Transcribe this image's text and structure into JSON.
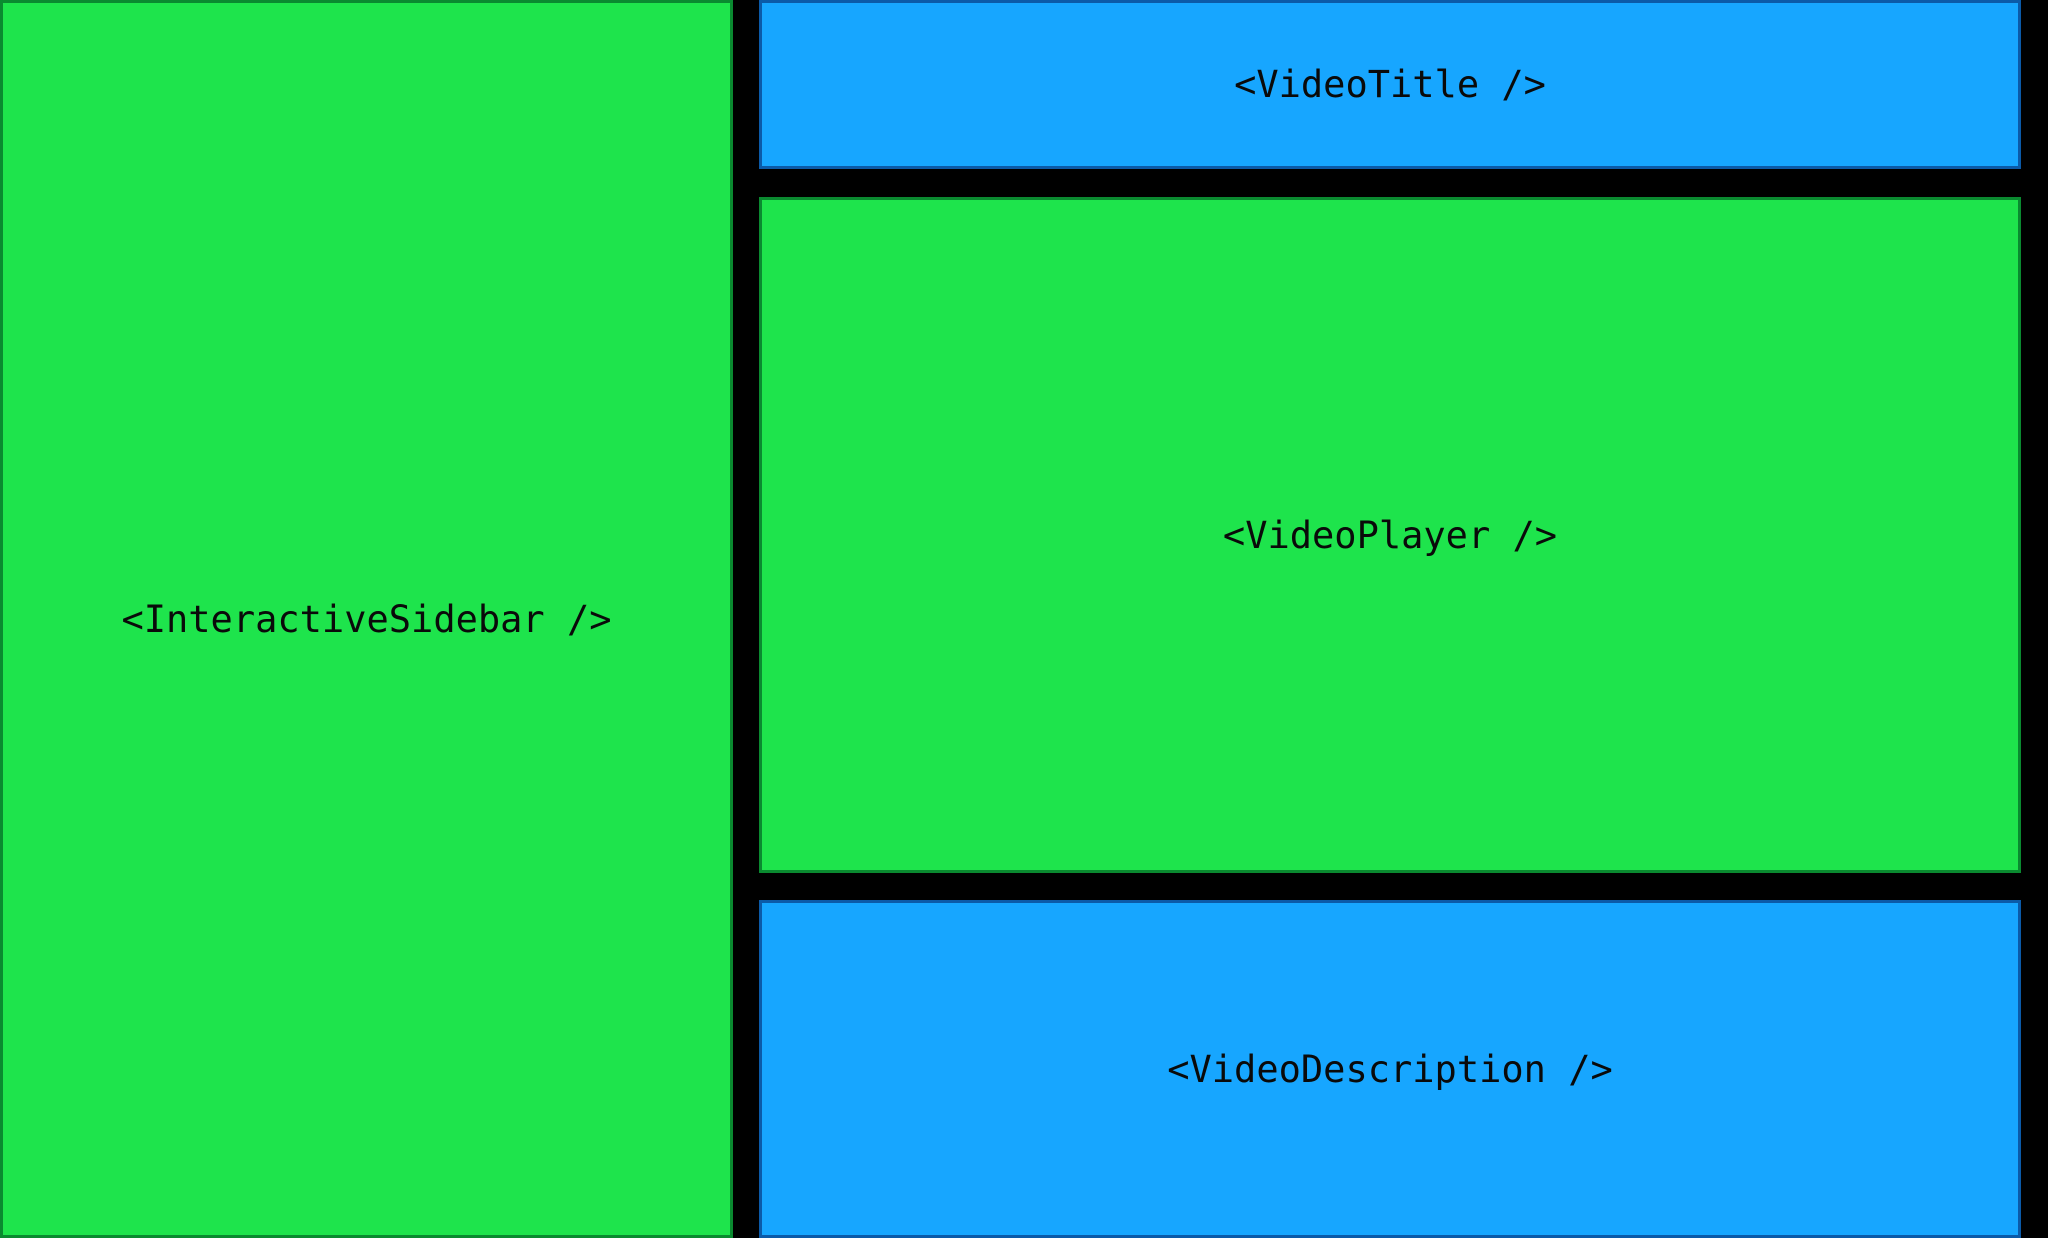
{
  "colors": {
    "background": "#000000",
    "component_green": "#1ee44c",
    "component_green_border": "#0a8a30",
    "component_blue": "#17a6ff",
    "component_blue_border": "#0b5aa8"
  },
  "components": {
    "sidebar": {
      "label": "<InteractiveSidebar />",
      "color": "green"
    },
    "title": {
      "label": "<VideoTitle />",
      "color": "blue"
    },
    "player": {
      "label": "<VideoPlayer />",
      "color": "green"
    },
    "description": {
      "label": "<VideoDescription />",
      "color": "blue"
    }
  }
}
